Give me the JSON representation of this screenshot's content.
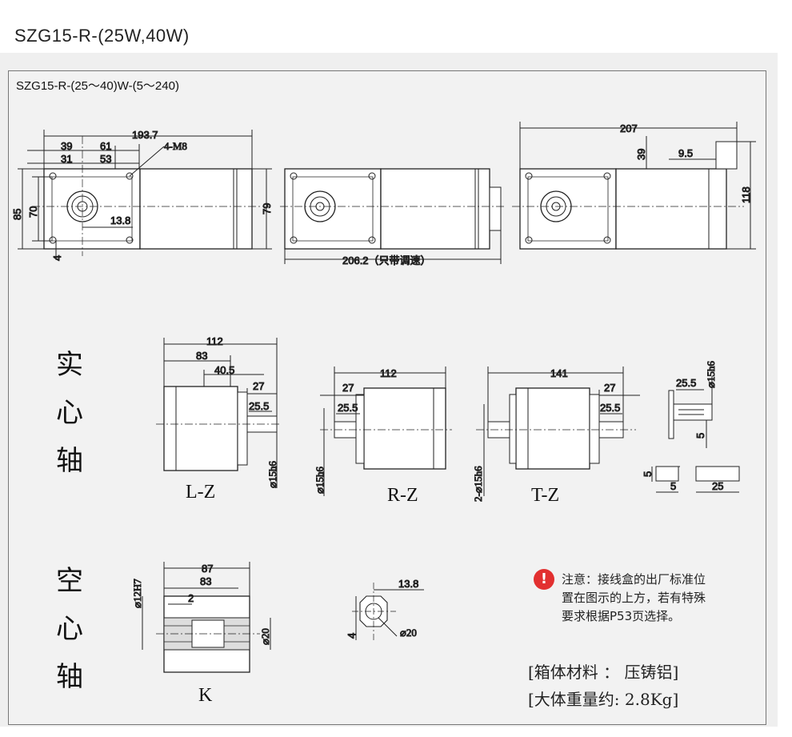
{
  "header": {
    "title": "SZG15-R-(25W,40W)"
  },
  "panel": {
    "subtitle": "SZG15-R-(25～40)W-(5～240)"
  },
  "top_views": {
    "left": {
      "d1": "193.7",
      "d2": "39",
      "d3": "61",
      "d4": "31",
      "d5": "53",
      "d6": "4-M8",
      "d7": "85",
      "d8": "70",
      "d9": "13.8",
      "d10": "4",
      "d11": "79"
    },
    "middle": {
      "d1": "206.2（只带调速）"
    },
    "right": {
      "d1": "207",
      "d2": "39",
      "d3": "9.5",
      "d4": "118"
    }
  },
  "solid_shaft": {
    "label_chars": [
      "实",
      "心",
      "轴"
    ],
    "lz": {
      "tag": "L-Z",
      "d1": "112",
      "d2": "83",
      "d3": "40.5",
      "d4": "27",
      "d5": "25.5",
      "d6": "⌀15h6"
    },
    "rz": {
      "tag": "R-Z",
      "d1": "112",
      "d2": "27",
      "d3": "25.5",
      "d4": "⌀15h6"
    },
    "tz": {
      "tag": "T-Z",
      "d1": "141",
      "d2": "27",
      "d3": "25.5",
      "d4": "2-⌀15h6"
    },
    "detail": {
      "d1": "25.5",
      "d2": "⌀15h6",
      "d3": "5",
      "d4": "5",
      "d5": "5",
      "d6": "25"
    }
  },
  "hollow_shaft": {
    "label_chars": [
      "空",
      "心",
      "轴"
    ],
    "k": {
      "tag": "K",
      "d1": "87",
      "d2": "83",
      "d3": "⌀12H7",
      "d4": "2",
      "d5": "⌀20"
    },
    "flange": {
      "d1": "13.8",
      "d2": "4",
      "d3": "⌀20"
    }
  },
  "note": {
    "icon": "warning-icon",
    "text": "注意：接线盒的出厂标准位置在图示的上方，若有特殊要求根据P53页选择。"
  },
  "material": {
    "line1": "[箱体材料 ： 压铸铝]",
    "line2": "[大体重量约:  2.8Kg]"
  }
}
